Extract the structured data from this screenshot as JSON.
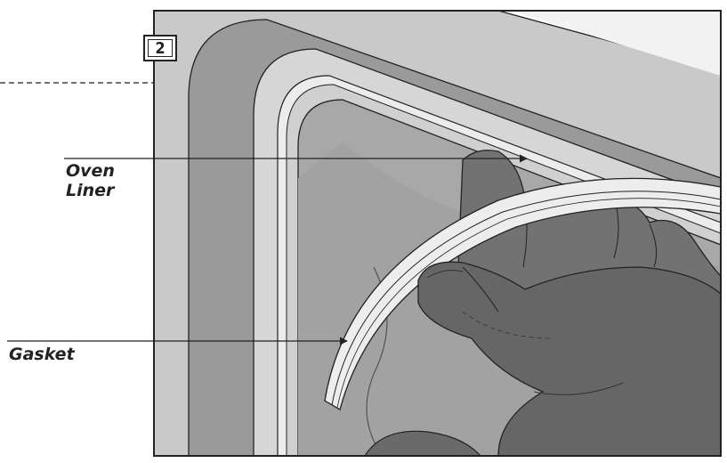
{
  "figure": {
    "step_number": "2",
    "labels": {
      "oven_liner_line1": "Oven",
      "oven_liner_line2": "Liner",
      "gasket": "Gasket"
    }
  },
  "colors": {
    "frame_bg": "#c9c9c9",
    "door_frame": "#9a9a9a",
    "liner": "#d6d6d6",
    "gasket": "#ebebeb",
    "cavity": "#a6a6a6",
    "hand": "#6a6a6a",
    "line": "#222222"
  }
}
